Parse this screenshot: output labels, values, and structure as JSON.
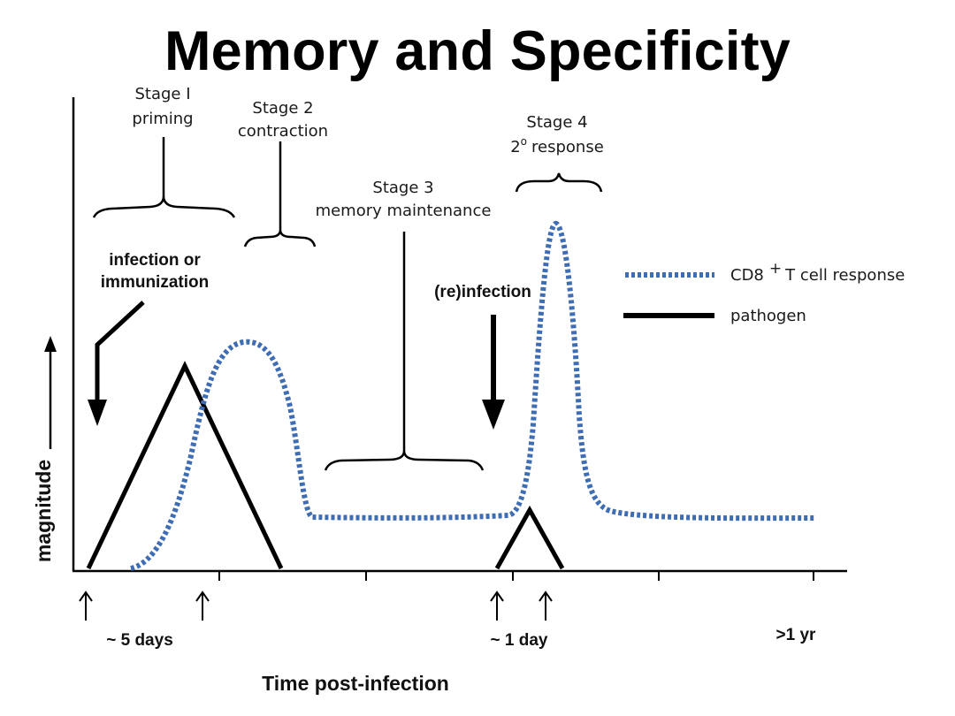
{
  "title": "Memory and Specificity",
  "stages": {
    "s1_line1": "Stage I",
    "s1_line2": "priming",
    "s2_line1": "Stage 2",
    "s2_line2": "contraction",
    "s3_line1": "Stage 3",
    "s3_line2": "memory maintenance",
    "s4_line1": "Stage 4",
    "s4_num": "2",
    "s4_deg": "o",
    "s4_rest": "response"
  },
  "annotations": {
    "infection_line1": "infection or",
    "infection_line2": "immunization",
    "reinfection": "(re)infection"
  },
  "legend": {
    "cd8_prefix": "CD8",
    "cd8_sup": "+",
    "cd8_suffix": "T cell response",
    "pathogen": "pathogen"
  },
  "axes": {
    "y_label": "magnitude",
    "x_label": "Time post-infection",
    "tick_5days": "~ 5 days",
    "tick_1day": "~ 1 day",
    "tick_1yr": ">1 yr"
  },
  "colors": {
    "cd8": "#3f6db3",
    "pathogen": "#000000"
  }
}
